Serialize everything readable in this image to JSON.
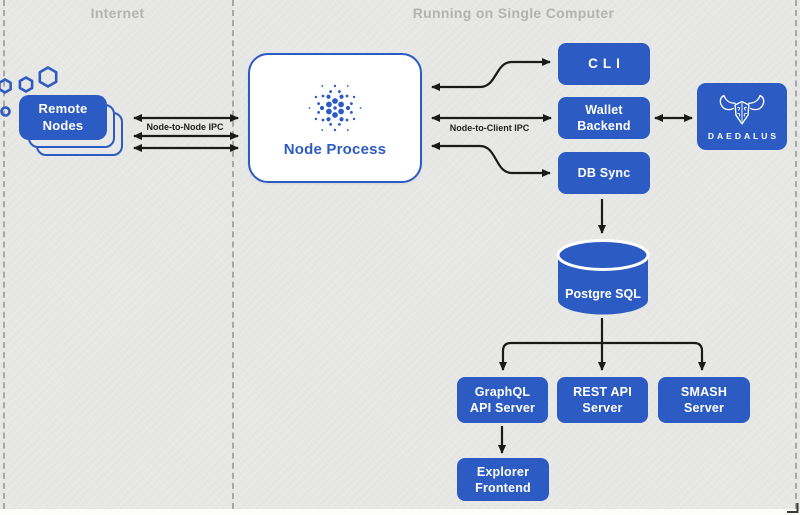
{
  "colors": {
    "accent": "#2d5bc4",
    "background": "#e8e8e6",
    "muted_label": "#b3b3b2",
    "arrow": "#1a1a1a"
  },
  "regions": {
    "internet": "Internet",
    "computer": "Running on Single Computer"
  },
  "nodes": {
    "remote_nodes": {
      "label": "Remote\nNodes"
    },
    "node_process": {
      "label": "Node Process",
      "icon": "cardano-dots-icon"
    },
    "cli": {
      "label": "CLI"
    },
    "wallet_backend": {
      "label": "Wallet\nBackend"
    },
    "db_sync": {
      "label": "DB Sync"
    },
    "daedalus": {
      "label": "DAEDALUS",
      "icon": "minotaur-icon"
    },
    "postgre_sql": {
      "label": "Postgre SQL",
      "icon": "database-cylinder-icon"
    },
    "graphql_api_server": {
      "label": "GraphQL\nAPI Server"
    },
    "rest_api_server": {
      "label": "REST API\nServer"
    },
    "smash_server": {
      "label": "SMASH\nServer"
    },
    "explorer_frontend": {
      "label": "Explorer\nFrontend"
    }
  },
  "edges": {
    "node_to_node_label": "Node-to-Node IPC",
    "node_to_client_label": "Node-to-Client IPC"
  }
}
